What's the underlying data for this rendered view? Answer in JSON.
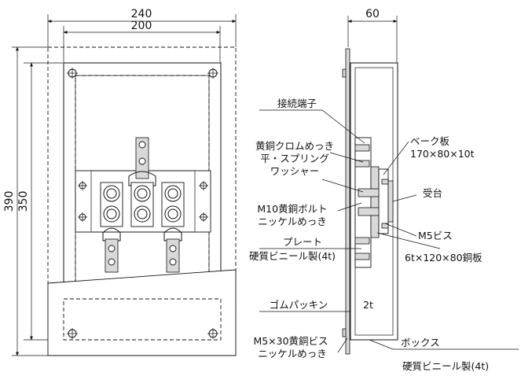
{
  "front_view": {
    "dim_outer_width": "240",
    "dim_inner_width": "200",
    "dim_outer_height": "390",
    "dim_inner_height": "350"
  },
  "side_view": {
    "dim_depth": "60",
    "labels": {
      "terminal": "接続端子",
      "washer_line1": "黄銅クロムめっき",
      "washer_line2": "平・スプリング",
      "washer_line3": "ワッシャー",
      "bolt_line1": "M10黄銅ボルト",
      "bolt_line2": "ニッケルめっき",
      "plate_line1": "プレート",
      "plate_line2": "硬質ビニール製(4t)",
      "packing": "ゴムパッキン",
      "screw_line1": "M5×30黄銅ビス",
      "screw_line2": "ニッケルめっき",
      "bake_line1": "ベーク板",
      "bake_line2": "170×80×10t",
      "base": "受台",
      "m5": "M5ビス",
      "copper": "6t×120×80銅板",
      "thickness": "2t",
      "box_line1": "ボックス",
      "box_line2": "硬質ビニール製(4t)"
    }
  }
}
